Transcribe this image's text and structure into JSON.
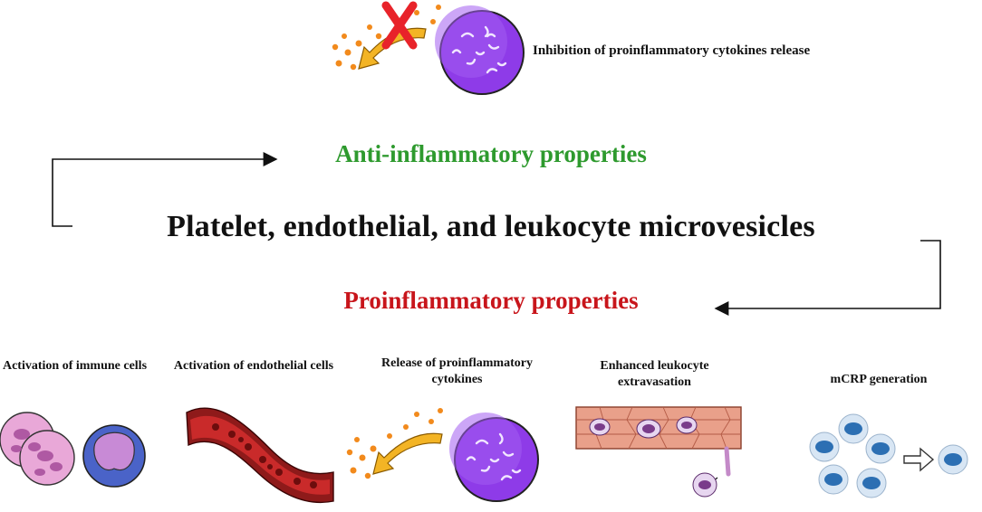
{
  "colors": {
    "anti": "#2e9a2e",
    "pro": "#c8151b",
    "text": "#111111",
    "purple_cell": "#8a2be2",
    "orange_dots": "#f28a1c",
    "red_x": "#e8232a"
  },
  "top": {
    "caption": "Inhibition of proinflammatory cytokines release",
    "icons": [
      "blocked-release-x-icon",
      "leukocyte-cell-icon"
    ]
  },
  "main": {
    "title": "Platelet, endothelial, and leukocyte microvesicles",
    "anti_label": "Anti-inflammatory properties",
    "pro_label": "Proinflammatory properties"
  },
  "panels": [
    {
      "id": "immune",
      "caption": "Activation of immune cells",
      "icon": "immune-cells-icon"
    },
    {
      "id": "endothelial",
      "caption": "Activation of endothelial cells",
      "icon": "blood-vessel-icon"
    },
    {
      "id": "cytokines",
      "caption": "Release of proinflammatory cytokines",
      "icon": "cytokine-release-icon"
    },
    {
      "id": "extravasation",
      "caption": "Enhanced leukocyte extravasation",
      "icon": "vessel-extravasation-icon"
    },
    {
      "id": "mcrp",
      "caption": "mCRP generation",
      "icon": "crp-dissociation-icon"
    }
  ]
}
